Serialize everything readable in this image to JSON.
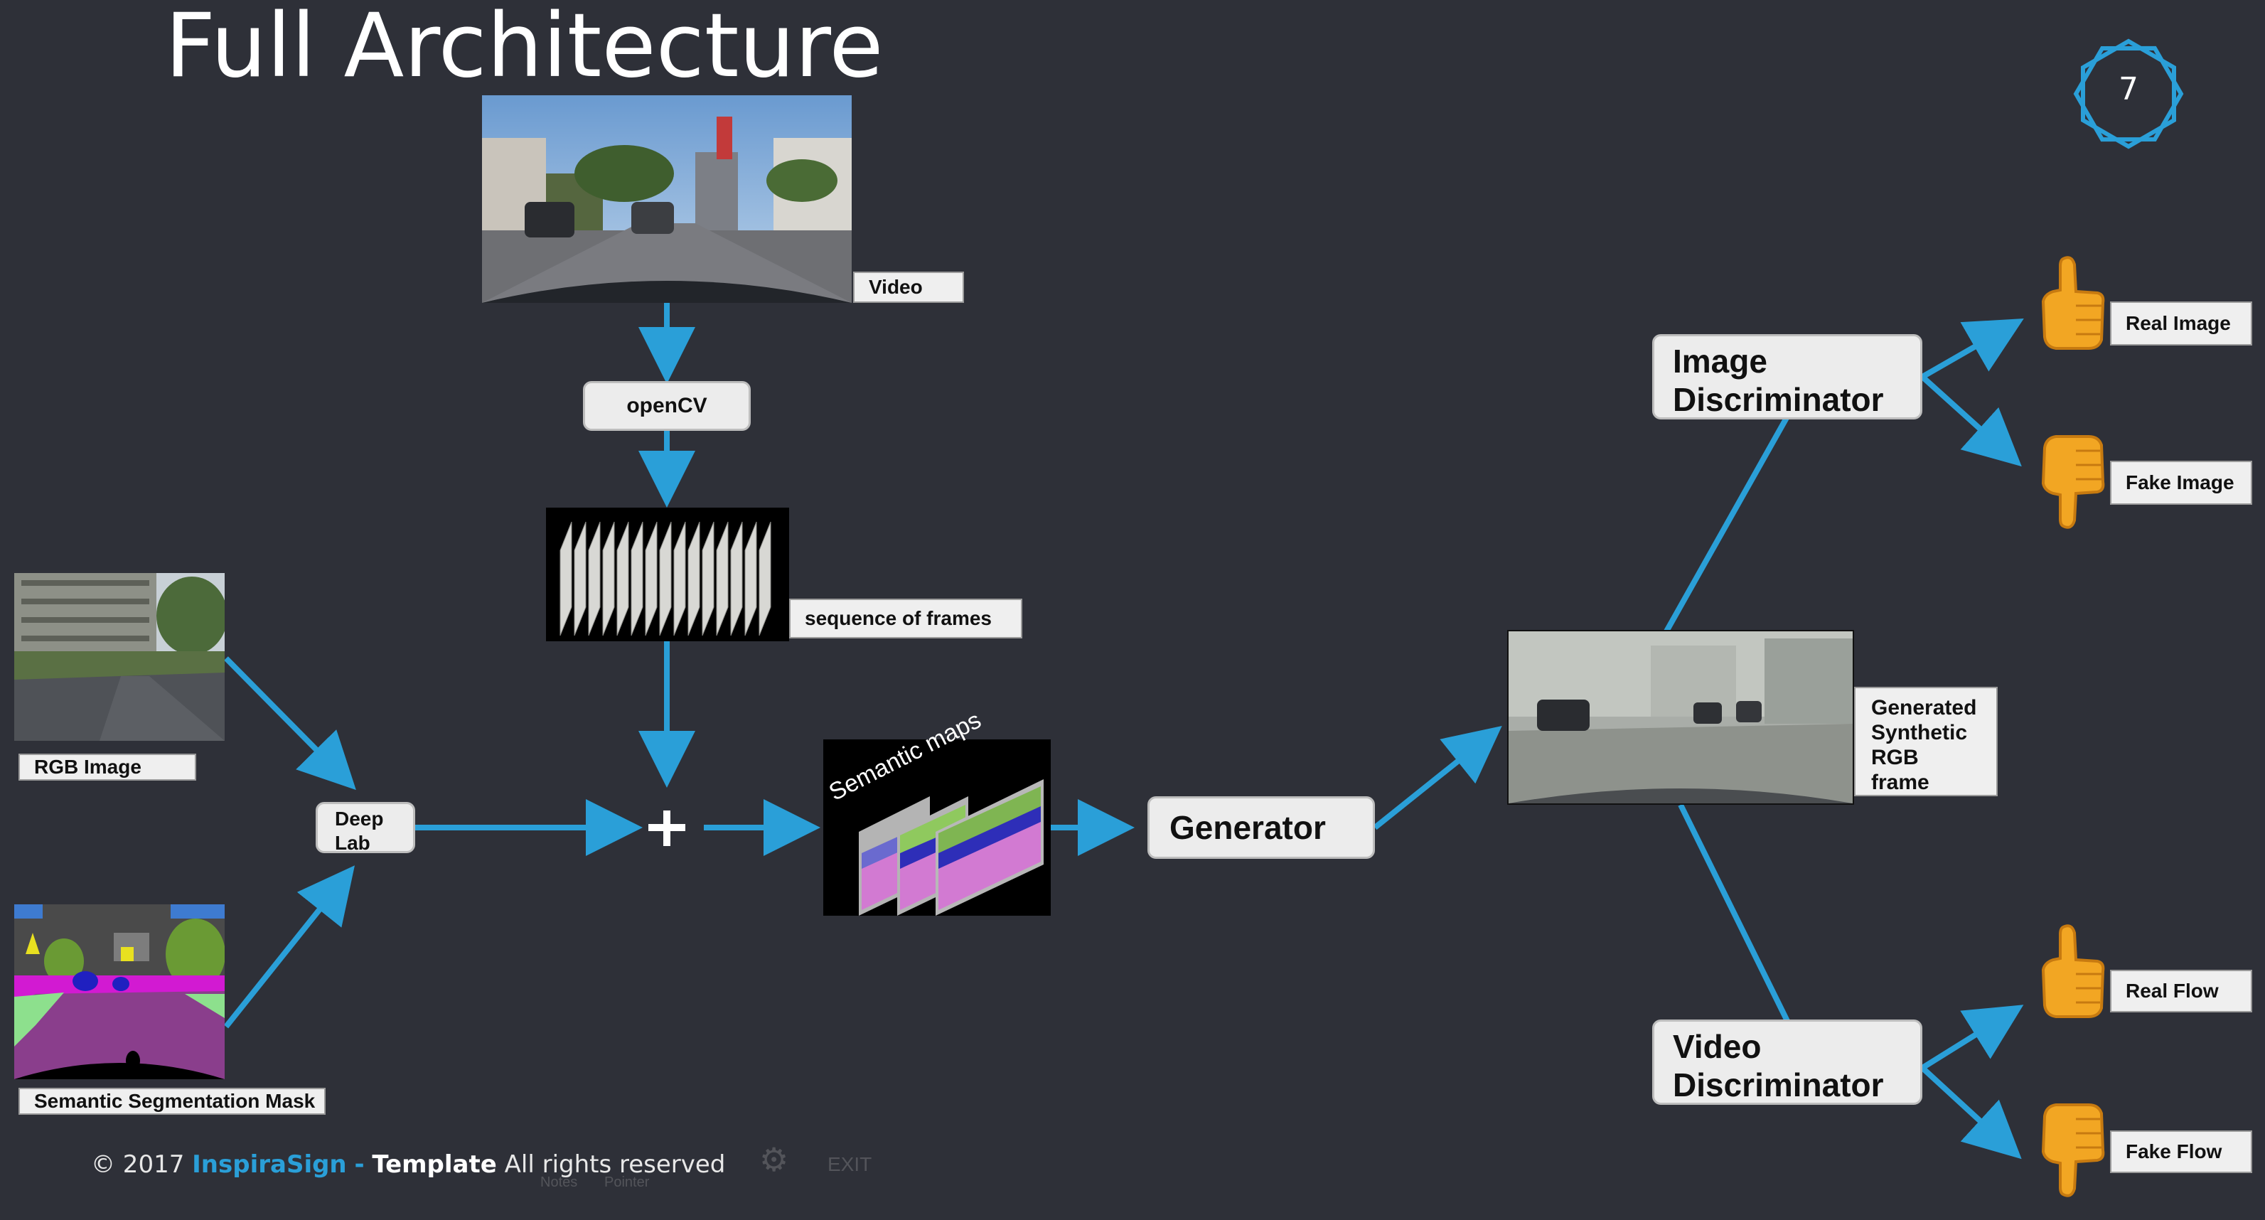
{
  "title": "Full Architecture",
  "slide_number": "7",
  "colors": {
    "accent": "#2a9fd8",
    "background": "#2e3038",
    "box": "#ececec",
    "label": "#efefef"
  },
  "labels": {
    "video": "Video",
    "opencv": "openCV",
    "sequence": "sequence of frames",
    "rgb_image": "RGB Image",
    "seg_mask": "Semantic Segmentation Mask",
    "deeplab_line1": "Deep",
    "deeplab_line2": "Lab",
    "semantic_maps": "Semantic maps",
    "generator": "Generator",
    "generated_line1": "Generated",
    "generated_line2": "Synthetic",
    "generated_line3": "RGB",
    "generated_line4": "frame",
    "image_disc_line1": "Image",
    "image_disc_line2": "Discriminator",
    "video_disc_line1": "Video",
    "video_disc_line2": "Discriminator",
    "real_image": "Real  Image",
    "fake_image": "Fake Image",
    "real_flow": "Real Flow",
    "fake_flow": "Fake Flow"
  },
  "icons": {
    "plus": "plus-icon",
    "thumbs_up": "thumbs-up-icon",
    "thumbs_down": "thumbs-down-icon",
    "slide_badge": "hexagon-icon"
  },
  "footer": {
    "copyright": "© 2017",
    "brand": "InspiraSign",
    "separator": "-",
    "template": "Template",
    "rights": "All rights reserved"
  },
  "player": {
    "notes": "Notes",
    "pointer": "Pointer",
    "exit": "EXIT"
  }
}
